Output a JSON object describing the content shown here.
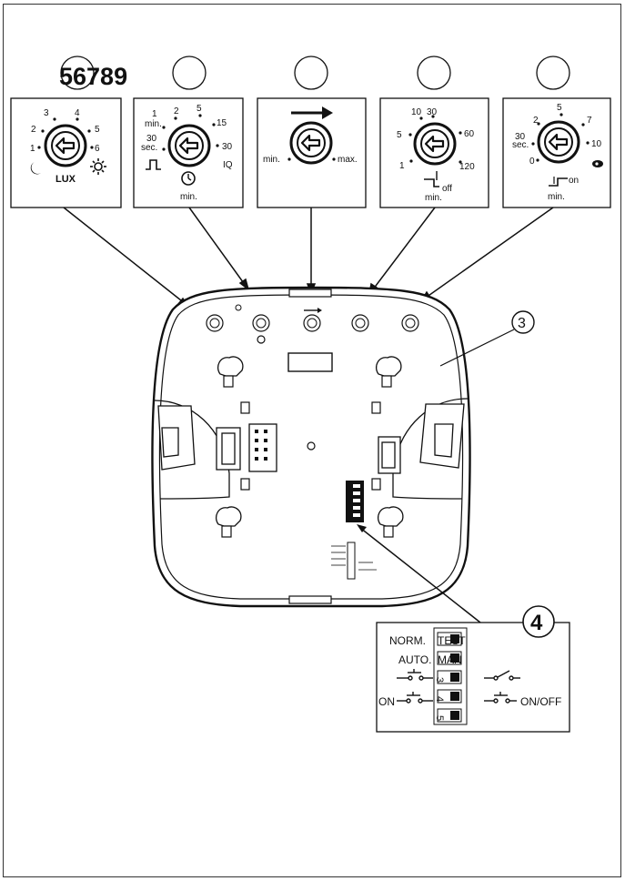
{
  "header": {
    "number_label": "56789"
  },
  "callouts": {
    "housing": "3",
    "dip_panel": "4"
  },
  "dials": [
    {
      "scale": [
        "1",
        "2",
        "3",
        "4",
        "5",
        "6"
      ],
      "bottom": "LUX",
      "icons": [
        "moon-icon",
        "sun-icon"
      ]
    },
    {
      "scale_left": [
        "1",
        "min.",
        "30",
        "sec."
      ],
      "scale_top": [
        "2",
        "5",
        "15"
      ],
      "scale_right": [
        "30",
        "IQ"
      ],
      "bottom": "min.",
      "icons": [
        "pulse-icon",
        "clock-icon"
      ]
    },
    {
      "left": "min.",
      "right": "max.",
      "icons": [
        "arrow-right-icon"
      ]
    },
    {
      "scale": [
        "10",
        "30",
        "5",
        "60",
        "1",
        "120"
      ],
      "off": "off",
      "bottom": "min.",
      "icons": [
        "step-off-icon"
      ]
    },
    {
      "scale": [
        "5",
        "2",
        "7",
        "30",
        "sec.",
        "10",
        "0"
      ],
      "on": "on",
      "bottom": "min.",
      "icons": [
        "step-on-icon",
        "eye-icon"
      ]
    }
  ],
  "dip_panel": {
    "rows": [
      {
        "left": "NORM.",
        "overlay": "TEST"
      },
      {
        "left": "AUTO.",
        "overlay": "MAN"
      },
      {
        "num": "3"
      },
      {
        "num": "4"
      },
      {
        "num": "5"
      }
    ],
    "on_label": "ON",
    "onoff_label": "ON/OFF"
  }
}
